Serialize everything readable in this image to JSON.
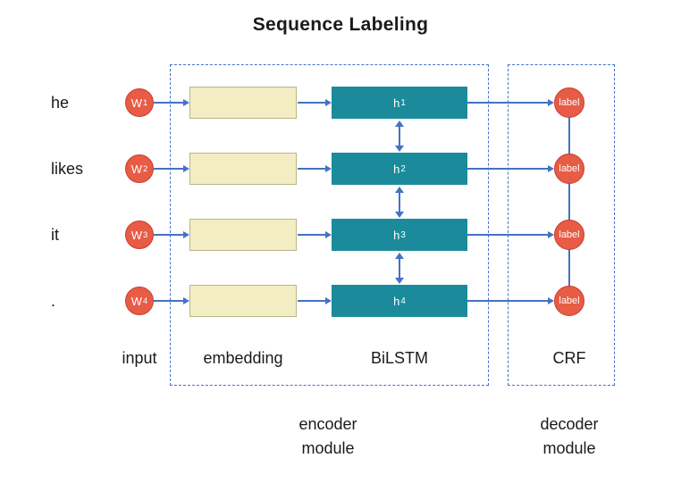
{
  "title": "Sequence Labeling",
  "rows": [
    {
      "word": "he",
      "input_base": "W",
      "input_sub": "1",
      "hidden_base": "h",
      "hidden_sub": "1",
      "label": "label"
    },
    {
      "word": "likes",
      "input_base": "W",
      "input_sub": "2",
      "hidden_base": "h",
      "hidden_sub": "2",
      "label": "label"
    },
    {
      "word": "it",
      "input_base": "W",
      "input_sub": "3",
      "hidden_base": "h",
      "hidden_sub": "3",
      "label": "label"
    },
    {
      "word": ".",
      "input_base": "W",
      "input_sub": "4",
      "hidden_base": "h",
      "hidden_sub": "4",
      "label": "label"
    }
  ],
  "layer_labels": {
    "input": "input",
    "embedding": "embedding",
    "bilstm": "BiLSTM",
    "crf": "CRF"
  },
  "module_labels": {
    "encoder": "encoder\nmodule",
    "decoder": "decoder\nmodule"
  },
  "colors": {
    "node_red": "#e85b45",
    "embedding_fill": "#f3edc3",
    "hidden_fill": "#1b8b9b",
    "arrow_blue": "#4472c4",
    "dashed_border": "#4472c4"
  }
}
